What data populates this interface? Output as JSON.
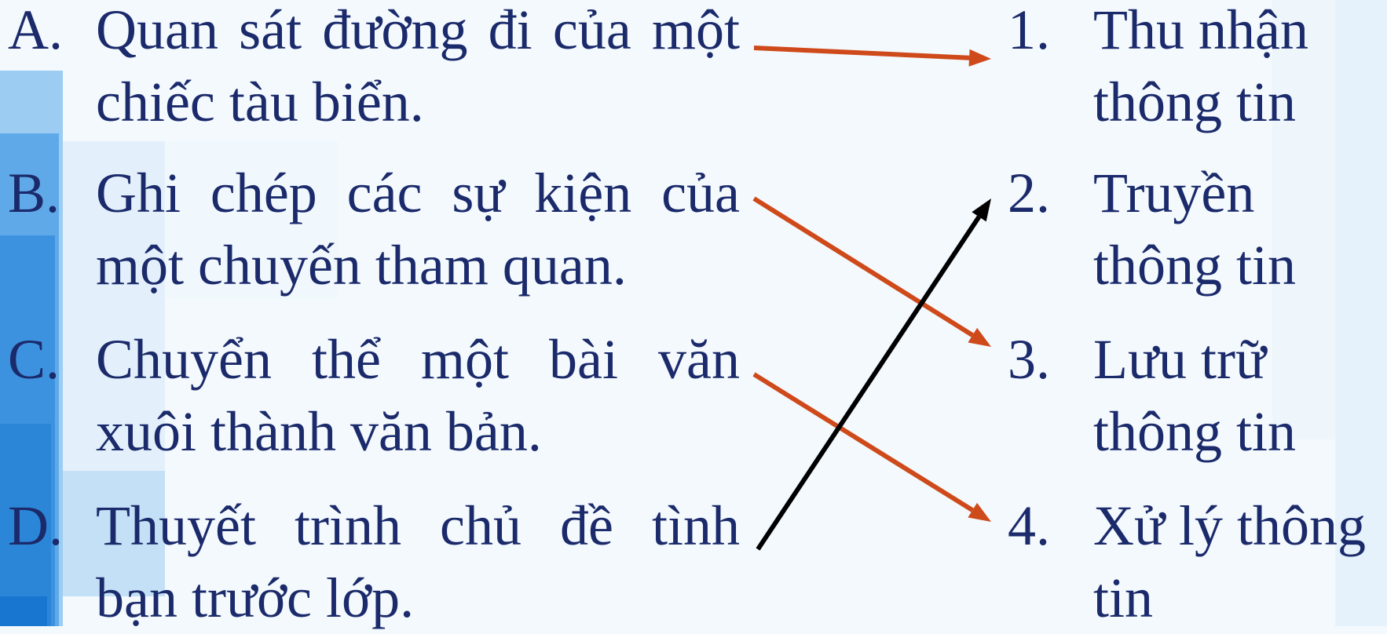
{
  "left_items": [
    {
      "label": "A.",
      "line1": "Quan sát đường đi của một",
      "line2": "chiếc tàu biển."
    },
    {
      "label": "B.",
      "line1": "Ghi chép các sự kiện của",
      "line2": "một chuyến tham quan."
    },
    {
      "label": "C.",
      "line1": "Chuyển thể một bài văn",
      "line2": "xuôi thành văn bản."
    },
    {
      "label": "D.",
      "line1": "Thuyết trình chủ đề tình",
      "line2": "bạn trước lớp."
    }
  ],
  "right_items": [
    {
      "label": "1.",
      "line1": "Thu nhận",
      "line2": "thông tin"
    },
    {
      "label": "2.",
      "line1": "Truyền",
      "line2": "thông tin"
    },
    {
      "label": "3.",
      "line1": "Lưu trữ",
      "line2": "thông tin"
    },
    {
      "label": "4.",
      "line1": "Xử lý thông",
      "line2": "tin"
    }
  ],
  "connections": [
    {
      "from": "A",
      "to": "1",
      "color": "#cf4a1a"
    },
    {
      "from": "B",
      "to": "3",
      "color": "#cf4a1a"
    },
    {
      "from": "C",
      "to": "4",
      "color": "#cf4a1a"
    },
    {
      "from": "D",
      "to": "2",
      "color": "#000000"
    }
  ]
}
